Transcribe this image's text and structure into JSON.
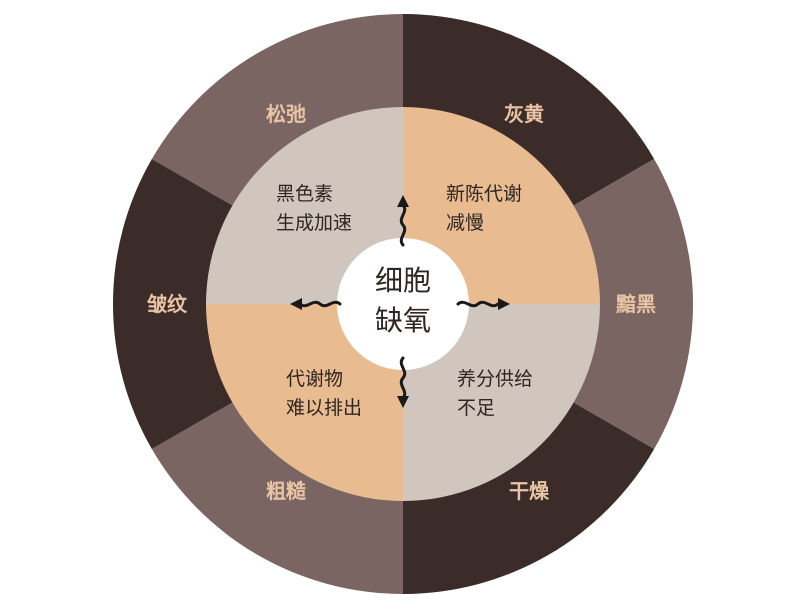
{
  "center": {
    "line1": "细胞",
    "line2": "缺氧"
  },
  "quadrants": [
    {
      "id": "top-left",
      "line1": "黑色素",
      "line2": "生成加速"
    },
    {
      "id": "top-right",
      "line1": "新陈代谢",
      "line2": "减慢"
    },
    {
      "id": "bottom-left",
      "line1": "代谢物",
      "line2": "难以排出"
    },
    {
      "id": "bottom-right",
      "line1": "养分供给",
      "line2": "不足"
    }
  ],
  "outer_labels": [
    {
      "text": "松弛"
    },
    {
      "text": "灰黄"
    },
    {
      "text": "黯黑"
    },
    {
      "text": "干燥"
    },
    {
      "text": "粗糙"
    },
    {
      "text": "皱纹"
    }
  ],
  "colors": {
    "outer_light": "#7a6562",
    "outer_dark": "#3b2c2a",
    "inner_grey": "#d1c6bd",
    "inner_peach": "#e8bc90",
    "center_fill": "#ffffff",
    "outer_label": "#e8c4a4",
    "quadrant_text": "#2f2522",
    "arrow": "#1a1a1a"
  }
}
